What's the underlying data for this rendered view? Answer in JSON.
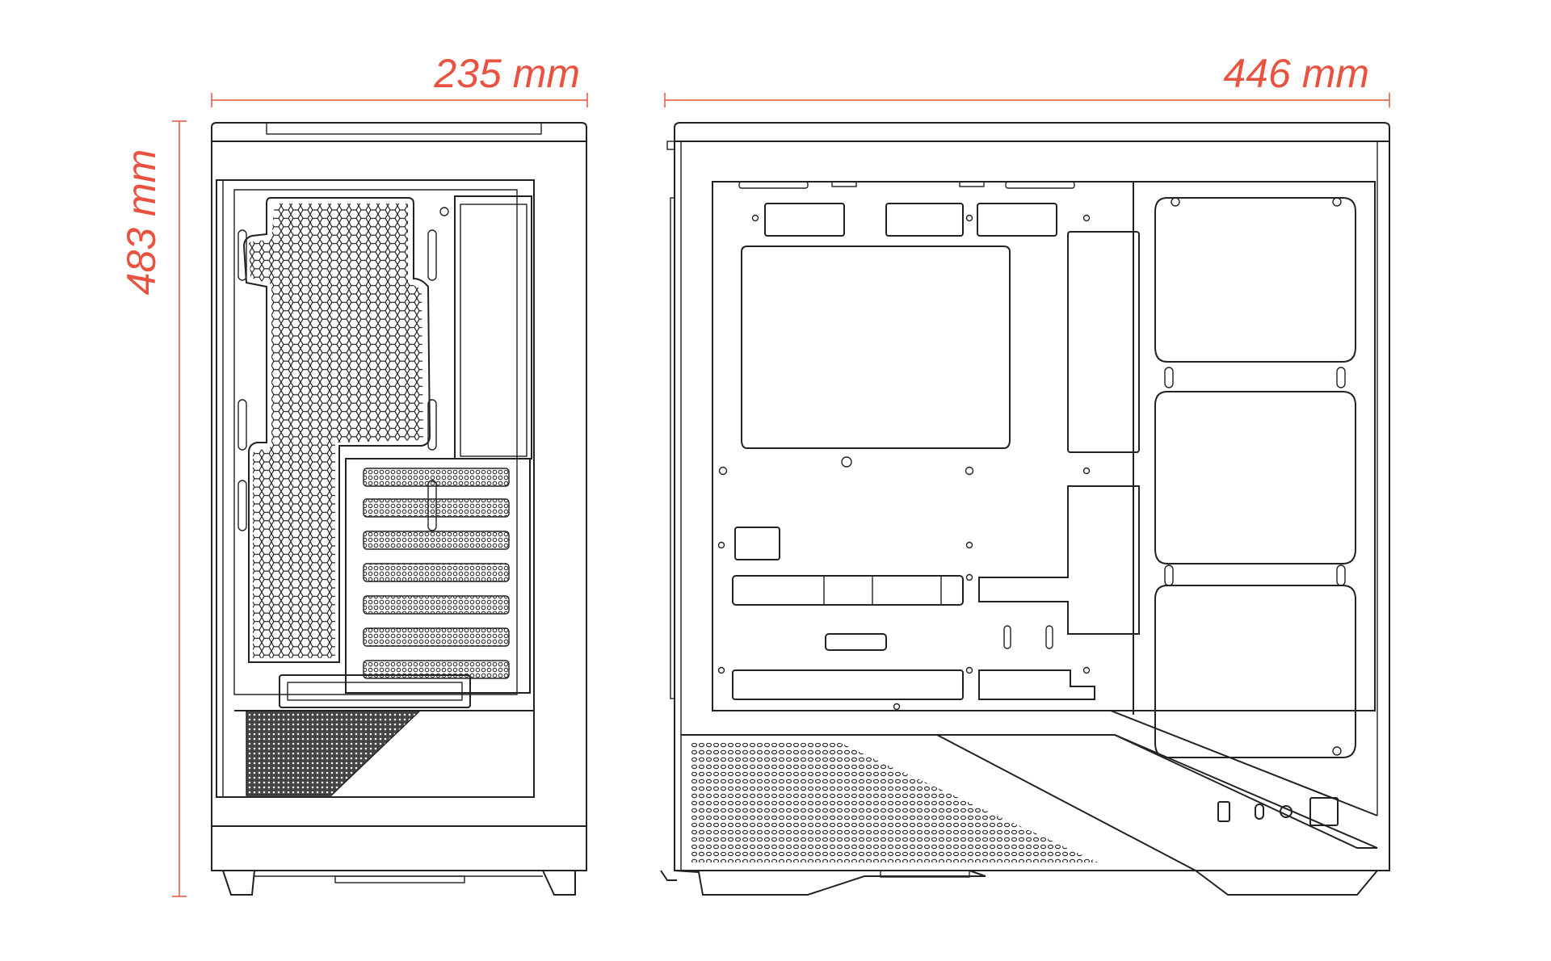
{
  "dimensions": {
    "width": "235 mm",
    "length": "446 mm",
    "height": "483 mm"
  },
  "colors": {
    "dimension": "#e8523f",
    "outline": "#222222",
    "background": "#ffffff"
  }
}
